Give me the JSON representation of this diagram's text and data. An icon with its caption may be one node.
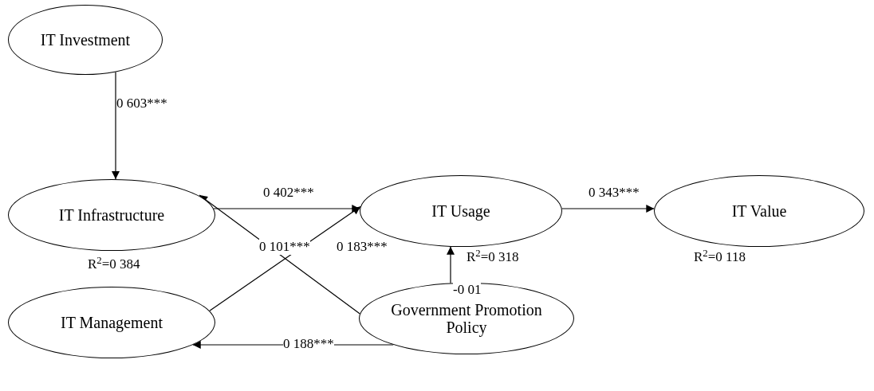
{
  "diagram": {
    "nodes": [
      {
        "text": [
          "IT Investment"
        ]
      },
      {
        "text": [
          "IT Infrastructure"
        ],
        "beside": [
          "R$^{2}$=0 384"
        ]
      },
      {
        "text": [
          "IT Usage"
        ],
        "beside": [
          "R$^{2}$=0 318"
        ]
      },
      {
        "text": [
          "IT Value"
        ],
        "beside": [
          "R$^{2}$=0 118"
        ]
      },
      {
        "text": [
          "IT Management"
        ]
      },
      {
        "text": [
          "Government Promotion Policy"
        ]
      }
    ],
    "edges": [
      {
        "from": 0,
        "to": 1,
        "arrow": "to",
        "label": "0 603***"
      },
      {
        "from": 1,
        "to": 2,
        "arrow": "to",
        "label": "0 402***"
      },
      {
        "from": 2,
        "to": 3,
        "arrow": "to",
        "label": "0 343***"
      },
      {
        "from": 5,
        "to": 1,
        "arrow": "to",
        "label": "0 101***"
      },
      {
        "from": 4,
        "to": 2,
        "arrow": "to",
        "label": "0 183***"
      },
      {
        "from": 5,
        "to": 2,
        "arrow": "to",
        "label": "-0 01"
      },
      {
        "from": 5,
        "to": 4,
        "arrow": "to",
        "label": "0 188***"
      }
    ]
  }
}
